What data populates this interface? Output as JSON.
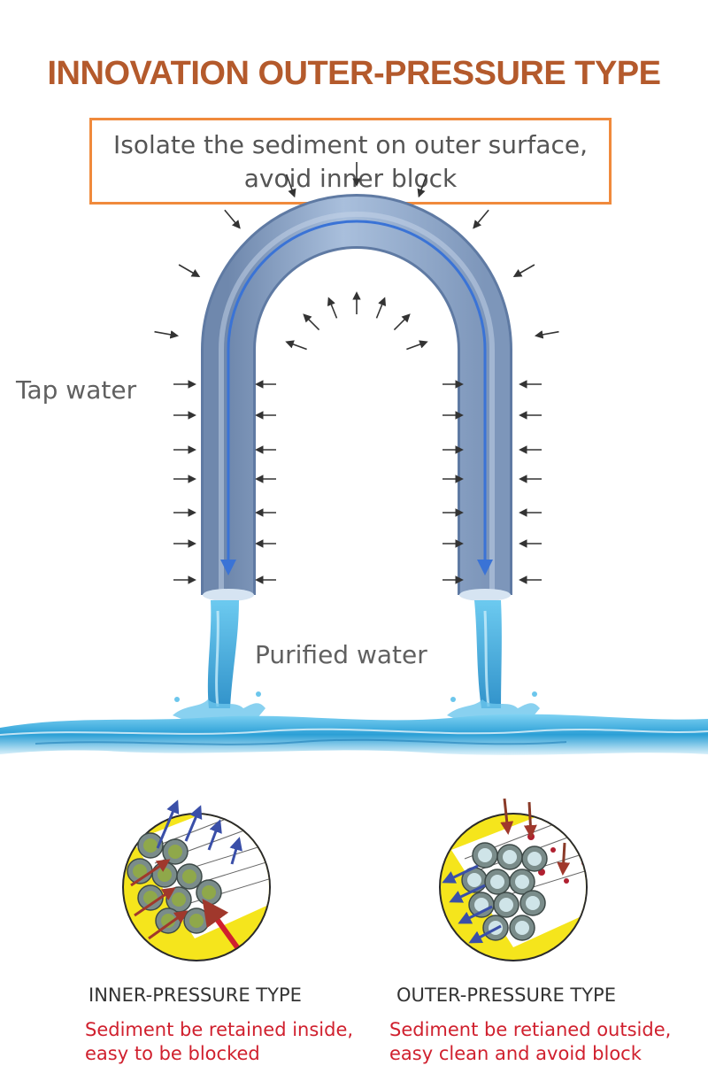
{
  "title": "INNOVATION OUTER-PRESSURE TYPE",
  "subtitle": {
    "line1": "Isolate the sediment on outer surface,",
    "line2": "avoid inner block"
  },
  "labels": {
    "tap_water": "Tap water",
    "purified_water": "Purified water"
  },
  "inner": {
    "name": "INNER-PRESSURE TYPE",
    "desc_line1": "Sediment be retained inside,",
    "desc_line2": "easy to be blocked"
  },
  "outer": {
    "name": "OUTER-PRESSURE TYPE",
    "desc_line1": "Sediment be retianed outside,",
    "desc_line2": "easy clean and avoid block"
  },
  "colors": {
    "title": "#b45a2c",
    "box_border": "#f08a3c",
    "desc_red": "#d0202e",
    "tube": "#8fa8c8",
    "flow_arrow": "#3a73d6",
    "water": "#2aa3d8",
    "circle_fill": "#f5e51c"
  }
}
